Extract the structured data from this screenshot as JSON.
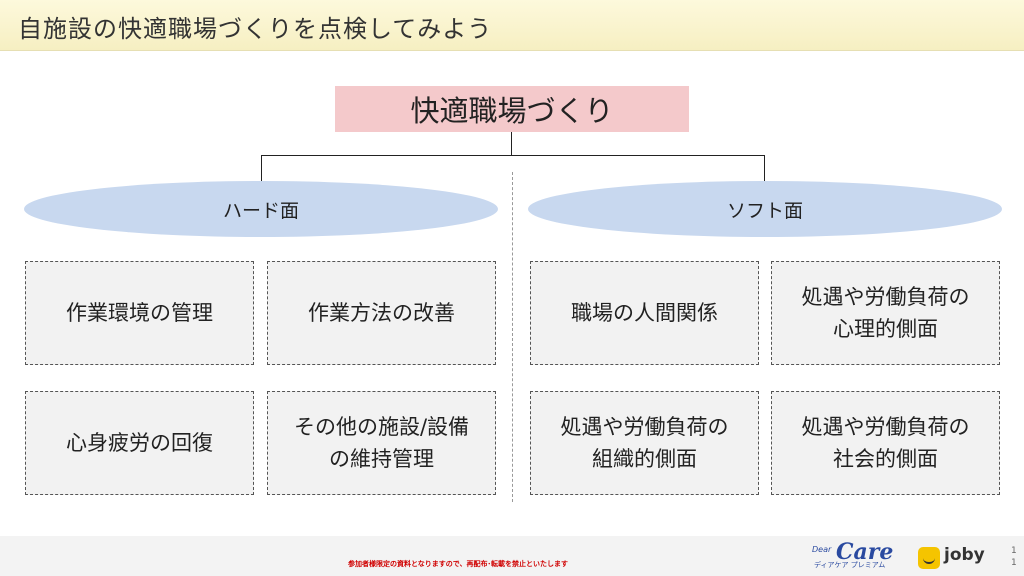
{
  "header": {
    "title": "自施設の快適職場づくりを点検してみよう"
  },
  "diagram": {
    "root": "快適職場づくり",
    "branches": [
      {
        "label": "ハード面",
        "items": [
          "作業環境の管理",
          "作業方法の改善",
          "心身疲労の回復",
          "その他の施設/設備\nの維持管理"
        ]
      },
      {
        "label": "ソフト面",
        "items": [
          "職場の人間関係",
          "処遇や労働負荷の\n心理的側面",
          "処遇や労働負荷の\n組織的側面",
          "処遇や労働負荷の\n社会的側面"
        ]
      }
    ]
  },
  "footer": {
    "notice": "参加者様限定の資料となりますので、再配布･転載を禁止といたします",
    "logo_care_pre": "Dear",
    "logo_care": "Care",
    "logo_care_sub": "ディアケア プレミアム",
    "logo_joby": "joby",
    "page_number": "1\n1"
  }
}
